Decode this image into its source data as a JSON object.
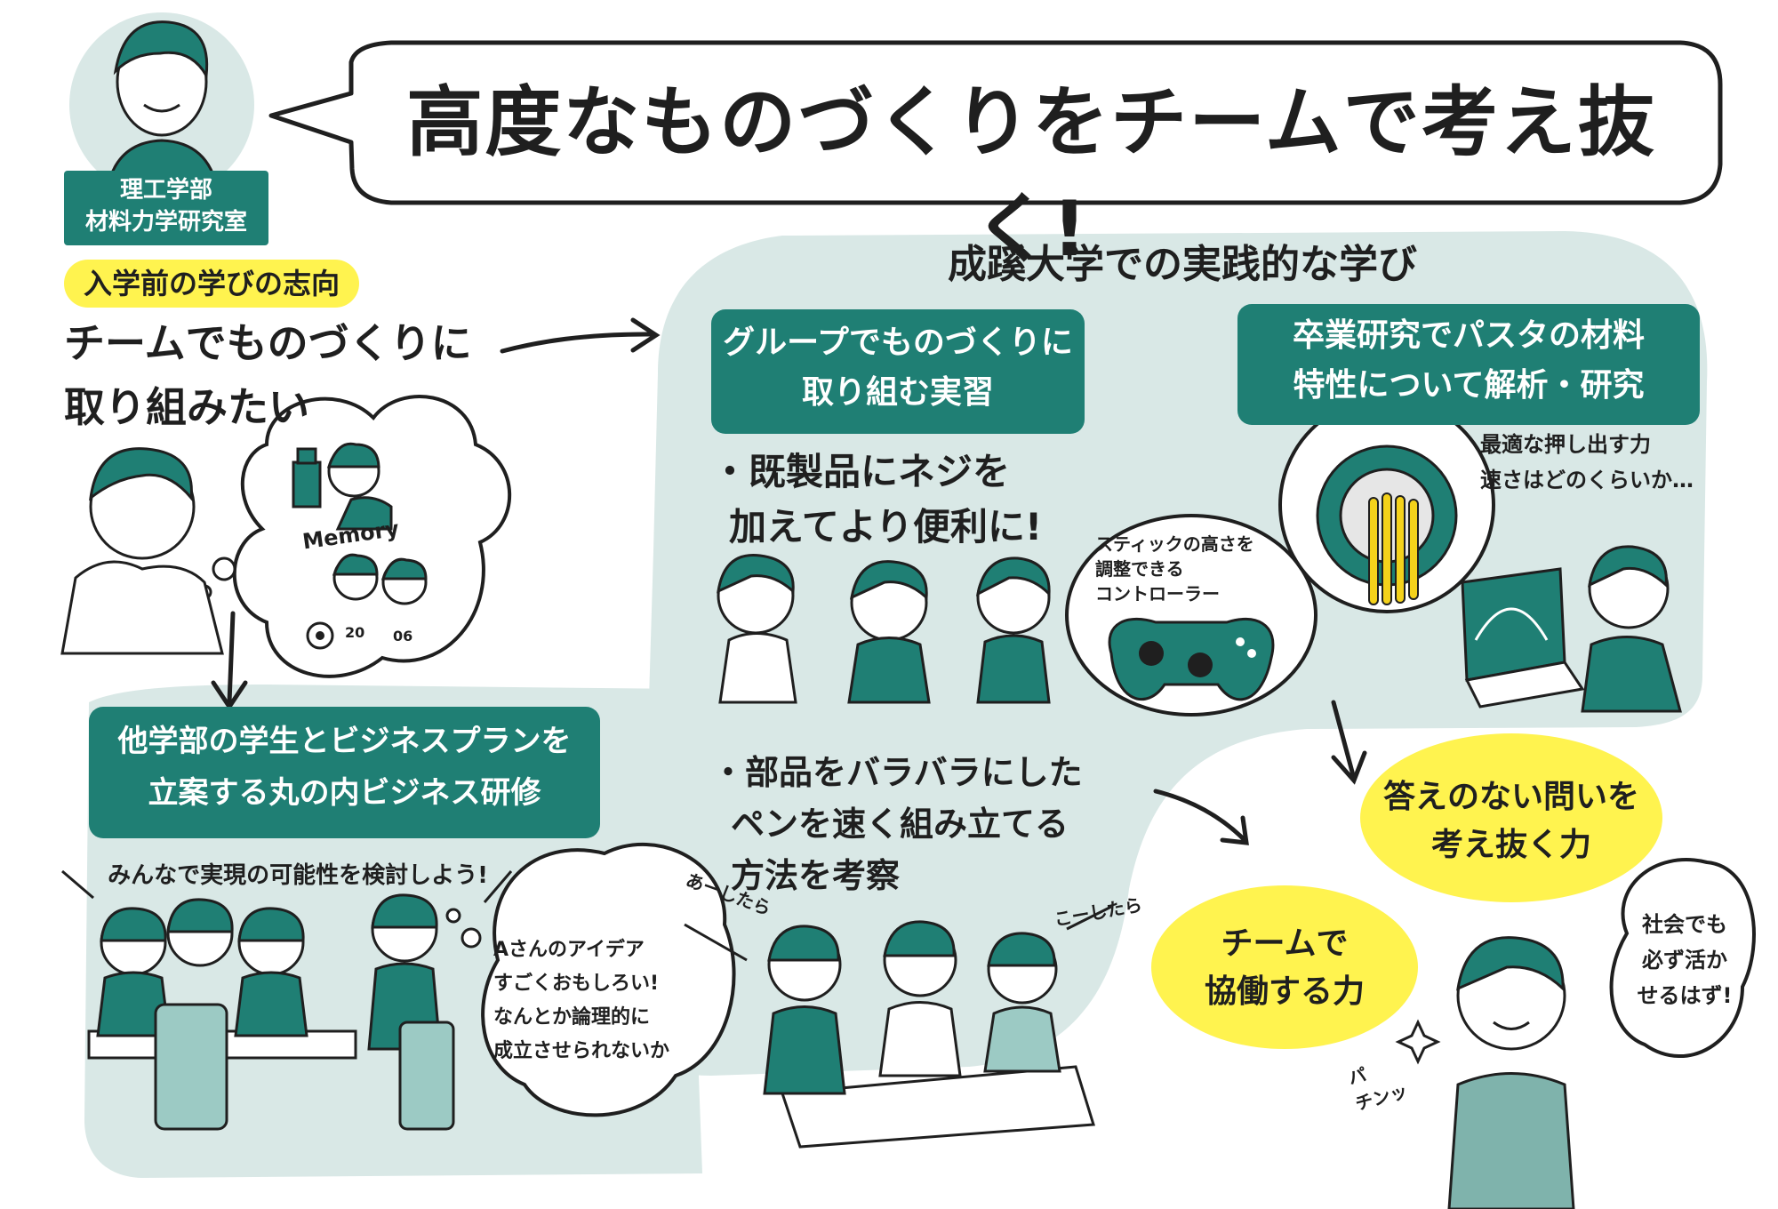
{
  "title": "高度なものづくりをチームで考え抜く!",
  "badge": {
    "line1": "理工学部",
    "line2": "材料力学研究室"
  },
  "pre": {
    "tag": "入学前の学びの志向",
    "text_line1": "チームでものづくりに",
    "text_line2": "取り組みたい",
    "memory_label": "Memory",
    "jersey_left": "20",
    "jersey_right": "06"
  },
  "practice": {
    "heading": "成蹊大学での実践的な学び",
    "group_box": {
      "line1": "グループでものづくりに",
      "line2": "取り組む実習"
    },
    "bullet1": {
      "line1": "・既製品にネジを",
      "line2": "加えてより便利に!"
    },
    "controller_note": {
      "line1": "スティックの高さを",
      "line2": "調整できる",
      "line3": "コントローラー"
    },
    "bullet2": {
      "line1": "・部品をバラバラにした",
      "line2": "ペンを速く組み立てる",
      "line3": "方法を考察"
    },
    "voice_left": "あーしたら",
    "voice_right": "こーしたら"
  },
  "research": {
    "box": {
      "line1": "卒業研究でパスタの材料",
      "line2": "特性について解析・研究"
    },
    "thought": {
      "line1": "最適な押し出す力",
      "line2": "速さはどのくらいか…"
    }
  },
  "business": {
    "box": {
      "line1": "他学部の学生とビジネスプランを",
      "line2": "立案する丸の内ビジネス研修"
    },
    "caption": "みんなで実現の可能性を検討しよう!",
    "bubble": {
      "line1": "Aさんのアイデア",
      "line2": "すごくおもしろい!",
      "line3": "なんとか論理的に",
      "line4": "成立させられないか"
    }
  },
  "skills": {
    "team": {
      "line1": "チームで",
      "line2": "協働する力"
    },
    "think": {
      "line1": "答えのない問いを",
      "line2": "考え抜く力"
    }
  },
  "future": {
    "bubble": {
      "line1": "社会でも",
      "line2": "必ず活か",
      "line3": "せるはず!"
    },
    "snap": {
      "line1": "パ",
      "line2": "チンッ"
    }
  },
  "colors": {
    "teal": "#1f7f74",
    "light_teal": "#d9e8e6",
    "yellow": "#fff34f",
    "ink": "#1f1f1f"
  },
  "icons": [
    "student-face-icon",
    "robot-toy-icon",
    "soccer-ball-icon",
    "game-controller-icon",
    "pasta-extruder-icon",
    "laptop-graph-icon",
    "sparkle-icon"
  ]
}
